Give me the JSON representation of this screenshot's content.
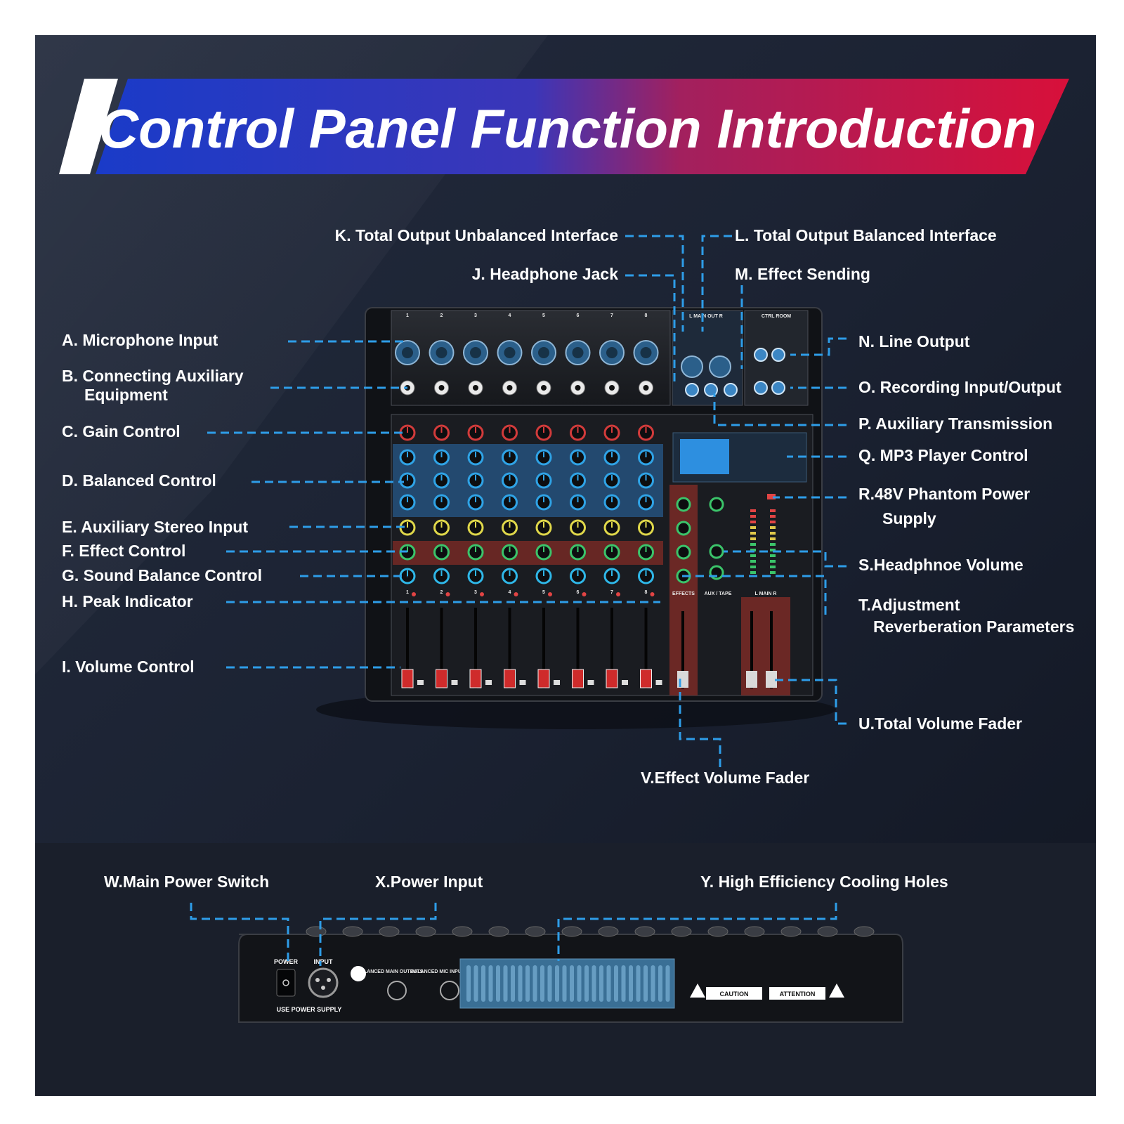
{
  "title": "Control Panel Function Introduction",
  "colors": {
    "background": "#151c2b",
    "banner_left": "#1a3bc8",
    "banner_right": "#d8103a",
    "leader_line": "#2e9de8",
    "label_text": "#ffffff"
  },
  "labels": {
    "A": "A. Microphone Input",
    "B_line1": "B. Connecting Auxiliary",
    "B_line2": "Equipment",
    "C": "C. Gain Control",
    "D": "D. Balanced Control",
    "E": "E. Auxiliary Stereo Input",
    "F": "F. Effect Control",
    "G": "G. Sound Balance Control",
    "H": "H. Peak Indicator",
    "I": "I. Volume Control",
    "J": "J. Headphone Jack",
    "K": "K. Total Output Unbalanced Interface",
    "L": "L. Total Output Balanced Interface",
    "M": "M. Effect Sending",
    "N": "N. Line Output",
    "O": "O. Recording Input/Output",
    "P": "P. Auxiliary Transmission",
    "Q": "Q. MP3 Player Control",
    "R_line1": "R.48V Phantom Power",
    "R_line2": "Supply",
    "S": "S.Headphnoe Volume",
    "T_line1": "T.Adjustment",
    "T_line2": "Reverberation Parameters",
    "U": "U.Total Volume Fader",
    "V": "V.Effect Volume Fader",
    "W": "W.Main Power Switch",
    "X": "X.Power Input",
    "Y": "Y. High Efficiency Cooling Holes"
  },
  "mixer": {
    "channels": [
      "1",
      "2",
      "3",
      "4",
      "5",
      "6",
      "7",
      "8"
    ],
    "main_out": "L  MAIN OUT  R",
    "ctrl_room": "CTRL ROOM",
    "effects": "EFFECTS",
    "aux_tape": "AUX / TAPE",
    "main_lr": "L  MAIN  R",
    "power": "POWER",
    "input": "INPUT",
    "use_power_supply": "USE POWER SUPPLY",
    "balanced_main_outputs": "BALANCED MAIN OUTPUTS",
    "balanced_mic_inputs": "BALANCED MIC INPUTS",
    "caution": "CAUTION",
    "attention": "ATTENTION"
  }
}
